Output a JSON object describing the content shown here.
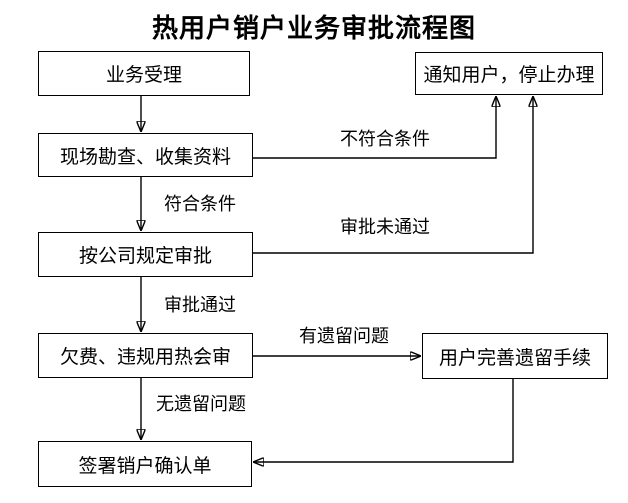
{
  "title": "热用户销户业务审批流程图",
  "diagram": {
    "type": "flowchart",
    "line_color": "#000000",
    "box_fill": "#ffffff",
    "background": "#ffffff"
  },
  "nodes": {
    "accept": "业务受理",
    "notify_stop": "通知用户，停止办理",
    "survey": "现场勘查、收集资料",
    "company_approval": "按公司规定审批",
    "joint_review": "欠费、违规用热会审",
    "complete_procedures": "用户完善遗留手续",
    "sign_confirmation": "签署销户确认单"
  },
  "edge_labels": {
    "not_qualified": "不符合条件",
    "qualified": "符合条件",
    "approval_failed": "审批未通过",
    "approval_passed": "审批通过",
    "has_issues": "有遗留问题",
    "no_issues": "无遗留问题"
  },
  "edges": [
    {
      "from": "accept",
      "to": "survey",
      "label": ""
    },
    {
      "from": "survey",
      "to": "company_approval",
      "label": "符合条件"
    },
    {
      "from": "survey",
      "to": "notify_stop",
      "label": "不符合条件"
    },
    {
      "from": "company_approval",
      "to": "joint_review",
      "label": "审批通过"
    },
    {
      "from": "company_approval",
      "to": "notify_stop",
      "label": "审批未通过"
    },
    {
      "from": "joint_review",
      "to": "complete_procedures",
      "label": "有遗留问题"
    },
    {
      "from": "joint_review",
      "to": "sign_confirmation",
      "label": "无遗留问题"
    },
    {
      "from": "complete_procedures",
      "to": "sign_confirmation",
      "label": ""
    }
  ]
}
